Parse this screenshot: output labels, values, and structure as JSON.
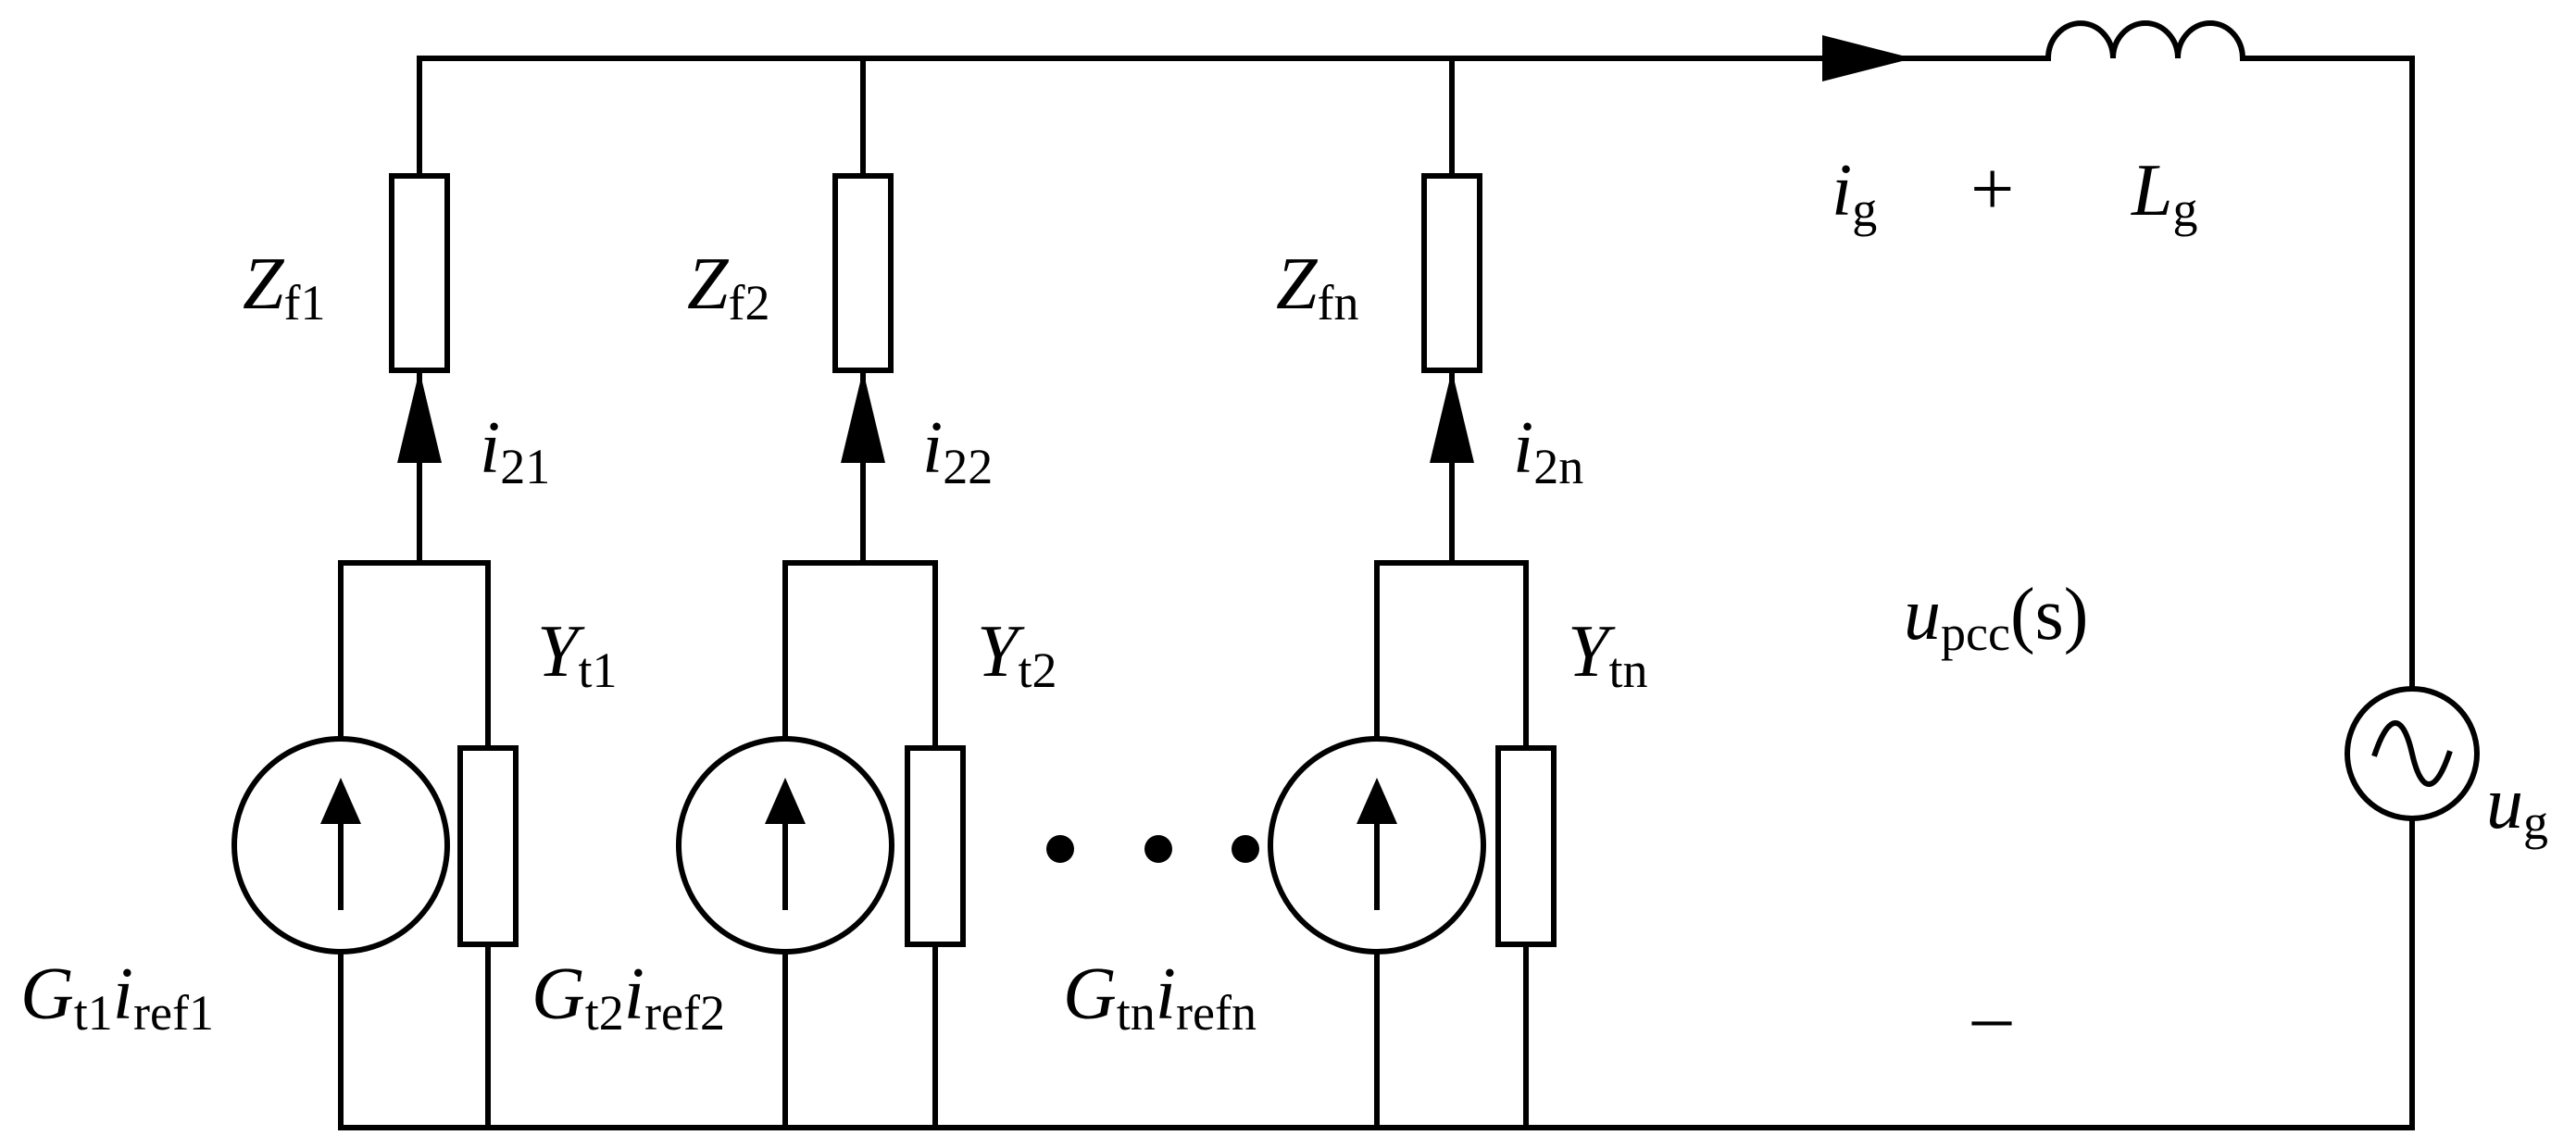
{
  "diagram": {
    "branches": [
      {
        "impedance": {
          "symbol": "Z",
          "sub": "f1"
        },
        "current": {
          "symbol": "i",
          "sub": "21"
        },
        "admittance": {
          "symbol": "Y",
          "sub": "t1"
        },
        "source": {
          "gain": "G",
          "gain_sub": "t1",
          "ref": "i",
          "ref_sub": "ref1"
        }
      },
      {
        "impedance": {
          "symbol": "Z",
          "sub": "f2"
        },
        "current": {
          "symbol": "i",
          "sub": "22"
        },
        "admittance": {
          "symbol": "Y",
          "sub": "t2"
        },
        "source": {
          "gain": "G",
          "gain_sub": "t2",
          "ref": "i",
          "ref_sub": "ref2"
        }
      },
      {
        "impedance": {
          "symbol": "Z",
          "sub": "fn"
        },
        "current": {
          "symbol": "i",
          "sub": "2n"
        },
        "admittance": {
          "symbol": "Y",
          "sub": "tn"
        },
        "source": {
          "gain": "G",
          "gain_sub": "tn",
          "ref": "i",
          "ref_sub": "refn"
        }
      }
    ],
    "grid_current": {
      "symbol": "i",
      "sub": "g"
    },
    "grid_inductance": {
      "symbol": "L",
      "sub": "g"
    },
    "pcc_voltage": {
      "symbol": "u",
      "sub": "pcc",
      "arg": "(s)",
      "arg_var": "s"
    },
    "grid_voltage": {
      "symbol": "u",
      "sub": "g"
    },
    "plus_sign": "+",
    "minus_sign": "–"
  }
}
